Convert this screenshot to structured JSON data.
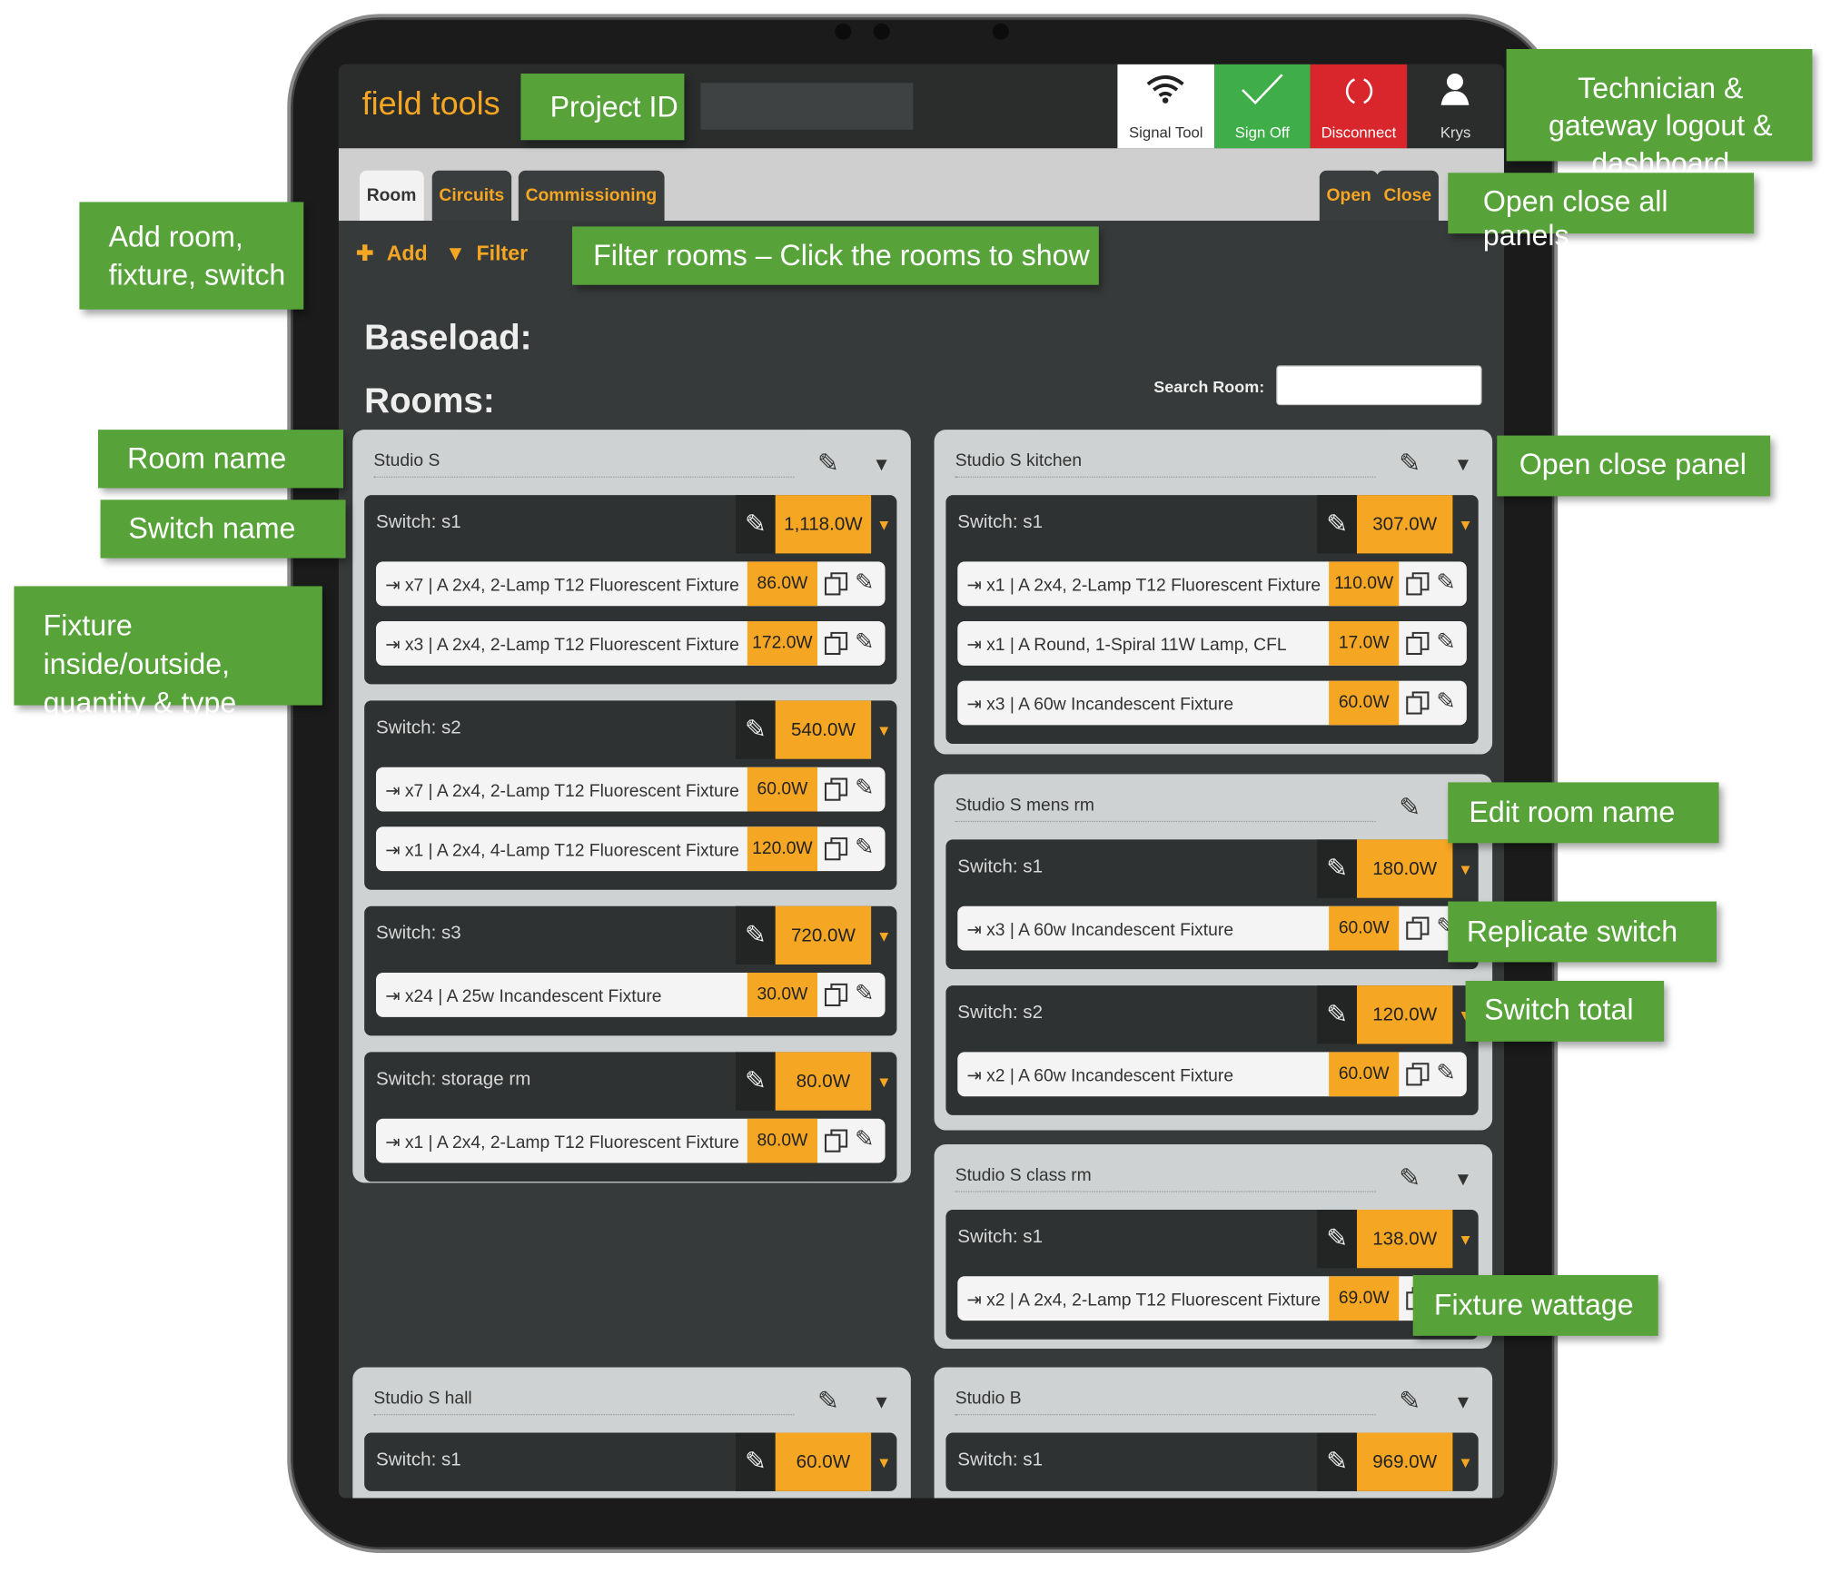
{
  "app": {
    "brand": "field tools"
  },
  "topbar": {
    "signal_label": "Signal Tool",
    "signoff_label": "Sign Off",
    "disconnect_label": "Disconnect",
    "user_label": "Krys"
  },
  "tabs": {
    "room": "Room",
    "circuits": "Circuits",
    "commissioning": "Commissioning",
    "open": "Open",
    "close": "Close"
  },
  "toolbar": {
    "add": "Add",
    "filter": "Filter"
  },
  "headings": {
    "baseload": "Baseload:",
    "rooms": "Rooms:",
    "search_label": "Search Room:"
  },
  "rooms": [
    {
      "name": "Studio S",
      "switches": [
        {
          "name": "Switch: s1",
          "total": "1,118.0W",
          "fixtures": [
            {
              "label": "x7 | A 2x4, 2-Lamp T12 Fluorescent Fixture",
              "watt": "86.0W"
            },
            {
              "label": "x3 | A 2x4, 2-Lamp T12 Fluorescent Fixture",
              "watt": "172.0W"
            }
          ]
        },
        {
          "name": "Switch: s2",
          "total": "540.0W",
          "fixtures": [
            {
              "label": "x7 | A 2x4, 2-Lamp T12 Fluorescent Fixture",
              "watt": "60.0W"
            },
            {
              "label": "x1 | A 2x4, 4-Lamp T12 Fluorescent Fixture",
              "watt": "120.0W"
            }
          ]
        },
        {
          "name": "Switch: s3",
          "total": "720.0W",
          "fixtures": [
            {
              "label": "x24 | A 25w Incandescent Fixture",
              "watt": "30.0W"
            }
          ]
        },
        {
          "name": "Switch: storage rm",
          "total": "80.0W",
          "fixtures": [
            {
              "label": "x1 | A 2x4, 2-Lamp T12 Fluorescent Fixture",
              "watt": "80.0W"
            }
          ]
        }
      ]
    },
    {
      "name": "Studio S kitchen",
      "switches": [
        {
          "name": "Switch: s1",
          "total": "307.0W",
          "fixtures": [
            {
              "label": "x1 | A 2x4, 2-Lamp T12 Fluorescent Fixture",
              "watt": "110.0W"
            },
            {
              "label": "x1 | A Round, 1-Spiral 11W Lamp, CFL",
              "watt": "17.0W"
            },
            {
              "label": "x3 | A 60w Incandescent Fixture",
              "watt": "60.0W"
            }
          ]
        }
      ]
    },
    {
      "name": "Studio S mens rm",
      "switches": [
        {
          "name": "Switch: s1",
          "total": "180.0W",
          "fixtures": [
            {
              "label": "x3 | A 60w Incandescent Fixture",
              "watt": "60.0W"
            }
          ]
        },
        {
          "name": "Switch: s2",
          "total": "120.0W",
          "fixtures": [
            {
              "label": "x2 | A 60w Incandescent Fixture",
              "watt": "60.0W"
            }
          ]
        }
      ]
    },
    {
      "name": "Studio S class rm",
      "switches": [
        {
          "name": "Switch: s1",
          "total": "138.0W",
          "fixtures": [
            {
              "label": "x2 | A 2x4, 2-Lamp T12 Fluorescent Fixture",
              "watt": "69.0W"
            }
          ]
        }
      ]
    },
    {
      "name": "Studio S hall",
      "switches": [
        {
          "name": "Switch: s1",
          "total": "60.0W",
          "fixtures": []
        }
      ]
    },
    {
      "name": "Studio B",
      "switches": [
        {
          "name": "Switch: s1",
          "total": "969.0W",
          "fixtures": []
        }
      ]
    }
  ],
  "callouts": {
    "project_id": "Project ID",
    "technician": "Technician & gateway logout & dashboard",
    "open_close_all": "Open close all panels",
    "add_room": "Add room, fixture, switch",
    "filter_rooms": "Filter rooms – Click the rooms to show",
    "room_name": "Room name",
    "switch_name": "Switch name",
    "fixture_info": "Fixture inside/outside, quantity & type",
    "open_close_panel": "Open close panel",
    "edit_room": "Edit room name",
    "replicate": "Replicate switch",
    "switch_total": "Switch total",
    "fixture_wattage": "Fixture wattage"
  },
  "colors": {
    "accent": "#f5a623",
    "green": "#57a33a",
    "signoff": "#3fae49",
    "disconnect": "#d9262c"
  }
}
